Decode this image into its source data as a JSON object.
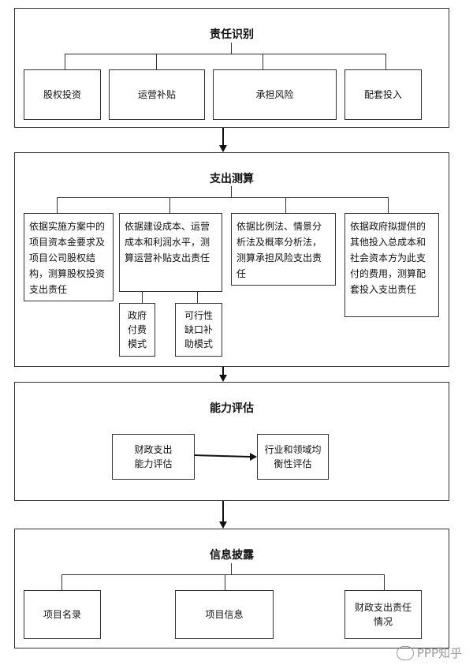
{
  "sections": [
    {
      "title": "责任识别",
      "items": [
        "股权投资",
        "运营补贴",
        "承担风险",
        "配套投入"
      ]
    },
    {
      "title": "支出测算",
      "items": [
        "依据实施方案中的项目资本金要求及项目公司股权结构，测算股权投资支出责任",
        "依据建设成本、运营成本和利润水平，测算运营补贴支出责任",
        "依据比例法、情景分析法及概率分析法，测算承担风险支出责任",
        "依据政府拟提供的其他投入总成本和社会资本方为此支付的费用，测算配套投入支出责任"
      ],
      "subitems": [
        "政府付费模式",
        "可行性缺口补助模式"
      ]
    },
    {
      "title": "能力评估",
      "items": [
        "财政支出能力评估",
        "行业和领域均衡性评估"
      ]
    },
    {
      "title": "信息披露",
      "items": [
        "项目名录",
        "项目信息",
        "财政支出责任情况"
      ]
    }
  ],
  "watermark": "PPP知乎"
}
